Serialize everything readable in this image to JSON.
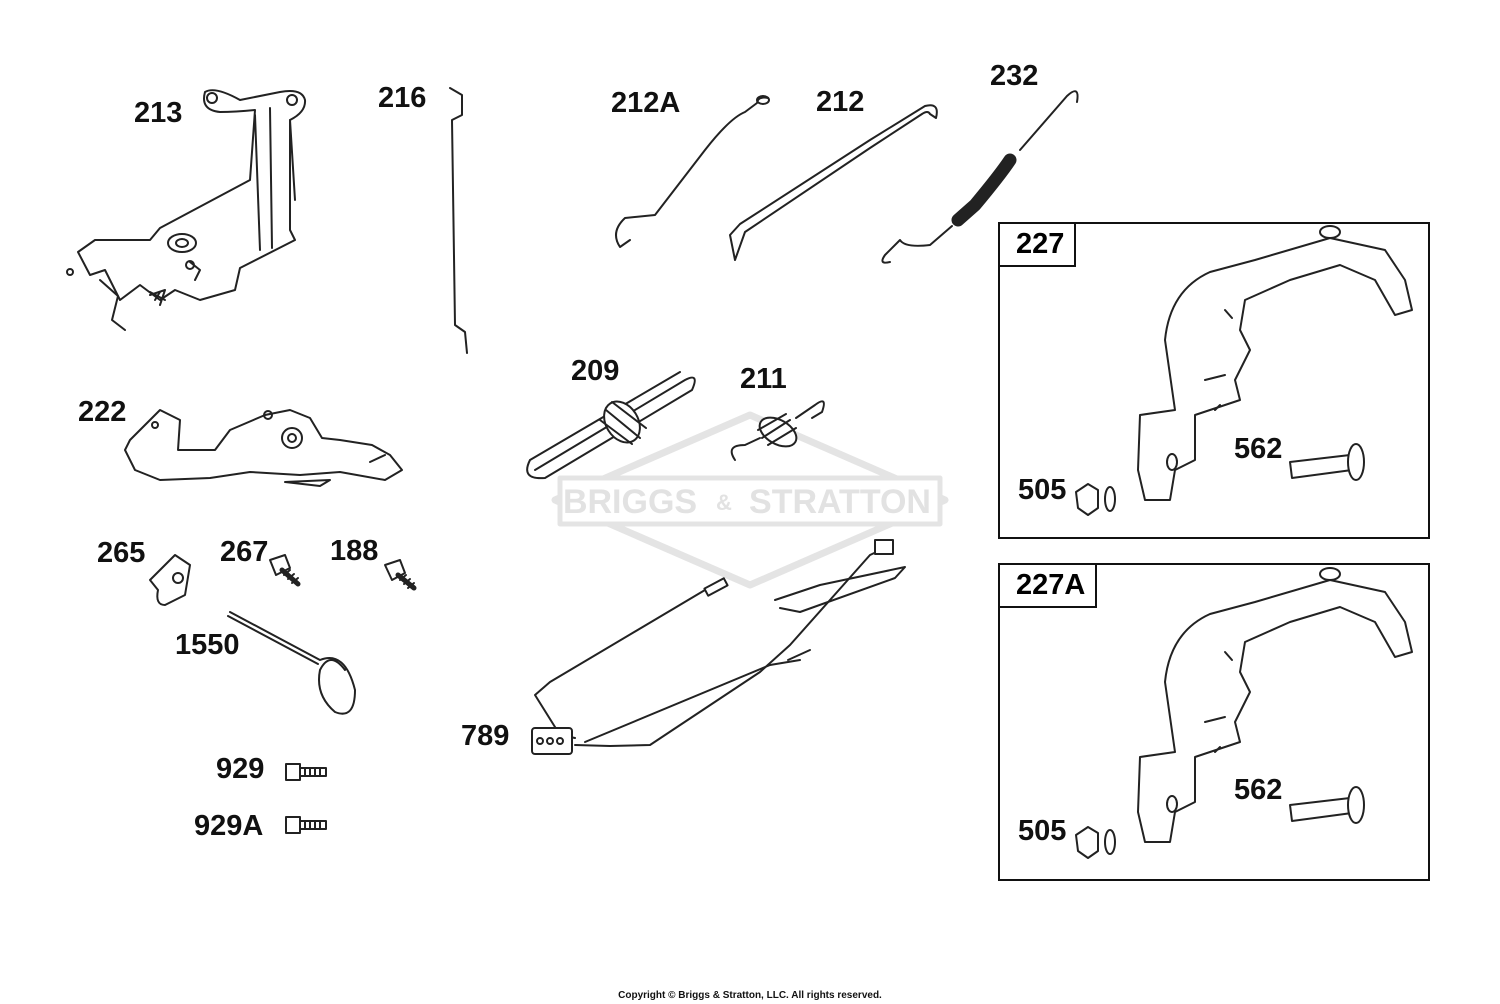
{
  "parts": {
    "p213": "213",
    "p216": "216",
    "p212A": "212A",
    "p212": "212",
    "p232": "232",
    "p222": "222",
    "p209": "209",
    "p211": "211",
    "p265": "265",
    "p267": "267",
    "p188": "188",
    "p1550": "1550",
    "p789": "789",
    "p929": "929",
    "p929A": "929A"
  },
  "box1": {
    "tag": "227",
    "nut": "505",
    "bolt": "562"
  },
  "box2": {
    "tag": "227A",
    "nut": "505",
    "bolt": "562"
  },
  "watermark": {
    "left": "BRIGGS",
    "amp": "&",
    "right": "STRATTON"
  },
  "copyright": "Copyright © Briggs & Stratton, LLC. All rights reserved."
}
